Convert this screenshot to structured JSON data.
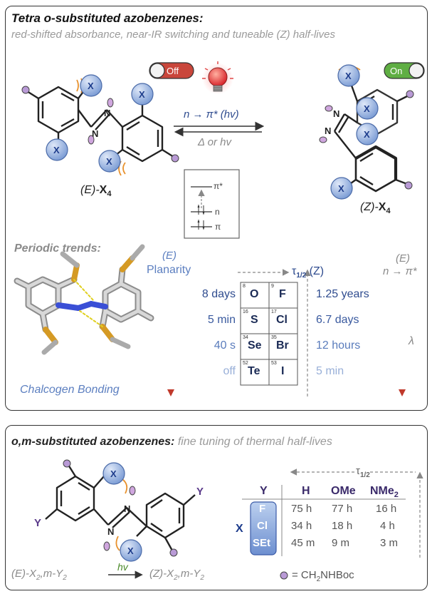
{
  "top": {
    "title": "Tetra o-substituted azobenzenes:",
    "subtitle": "red-shifted absorbance, near-IR switching and tuneable (Z) half-lives",
    "off_label": "Off",
    "on_label": "On",
    "substituent": "X",
    "forward_label": "n → π* (hv)",
    "reverse_label": "Δ or hv",
    "e_isomer_prefix": "(E)-",
    "e_isomer_main": "X",
    "e_isomer_sub": "4",
    "z_isomer_prefix": "(Z)-",
    "z_isomer_main": "X",
    "z_isomer_sub": "4",
    "orbital_pi_star": "π*",
    "orbital_n": "n",
    "orbital_pi": "π"
  },
  "trends": {
    "heading": "Periodic trends:",
    "planarity_top": "(E)",
    "planarity_label": "Planarity",
    "halflife_symbol": "τ",
    "halflife_sub": "1/2",
    "halflife_iso": " (Z)",
    "right_top": "(E)",
    "right_label": "n → π*",
    "lambda": "λ",
    "chalcogen_label": "Chalcogen Bonding",
    "left_values": [
      "8 days",
      "5 min",
      "40 s",
      "off"
    ],
    "right_values": [
      "1.25 years",
      "6.7 days",
      "12 hours",
      "5 min"
    ],
    "elements": [
      {
        "num": "8",
        "sym": "O"
      },
      {
        "num": "9",
        "sym": "F"
      },
      {
        "num": "16",
        "sym": "S"
      },
      {
        "num": "17",
        "sym": "Cl"
      },
      {
        "num": "34",
        "sym": "Se"
      },
      {
        "num": "35",
        "sym": "Br"
      },
      {
        "num": "52",
        "sym": "Te"
      },
      {
        "num": "53",
        "sym": "I"
      }
    ]
  },
  "bottom": {
    "title": "o,m-substituted azobenzenes:",
    "subtitle": "fine tuning of thermal half-lives",
    "halflife_symbol": "τ",
    "halflife_sub": "1/2",
    "substituent_x": "X",
    "substituent_y": "Y",
    "table": {
      "col_y": "Y",
      "col_h": "H",
      "col_ome": "OMe",
      "col_nme2_main": "NMe",
      "col_nme2_sub": "2",
      "row_header": "X",
      "rows": [
        {
          "x": "F",
          "h": "75 h",
          "ome": "77 h",
          "nme2": "16 h"
        },
        {
          "x": "Cl",
          "h": "34 h",
          "ome": "18 h",
          "nme2": "4 h"
        },
        {
          "x": "SEt",
          "h": "45 m",
          "ome": "9 m",
          "nme2": "3 m"
        }
      ]
    },
    "eq_left_prefix": "(E)-X",
    "eq_left_sub1": "2",
    "eq_left_mid": ",m-Y",
    "eq_left_sub2": "2",
    "eq_arrow_label": "hv",
    "eq_right_prefix": "(Z)-X",
    "eq_right_sub1": "2",
    "eq_right_mid": ",m-Y",
    "eq_right_sub2": "2",
    "legend_eq": "= CH",
    "legend_sub": "2",
    "legend_rest": "NHBoc"
  }
}
